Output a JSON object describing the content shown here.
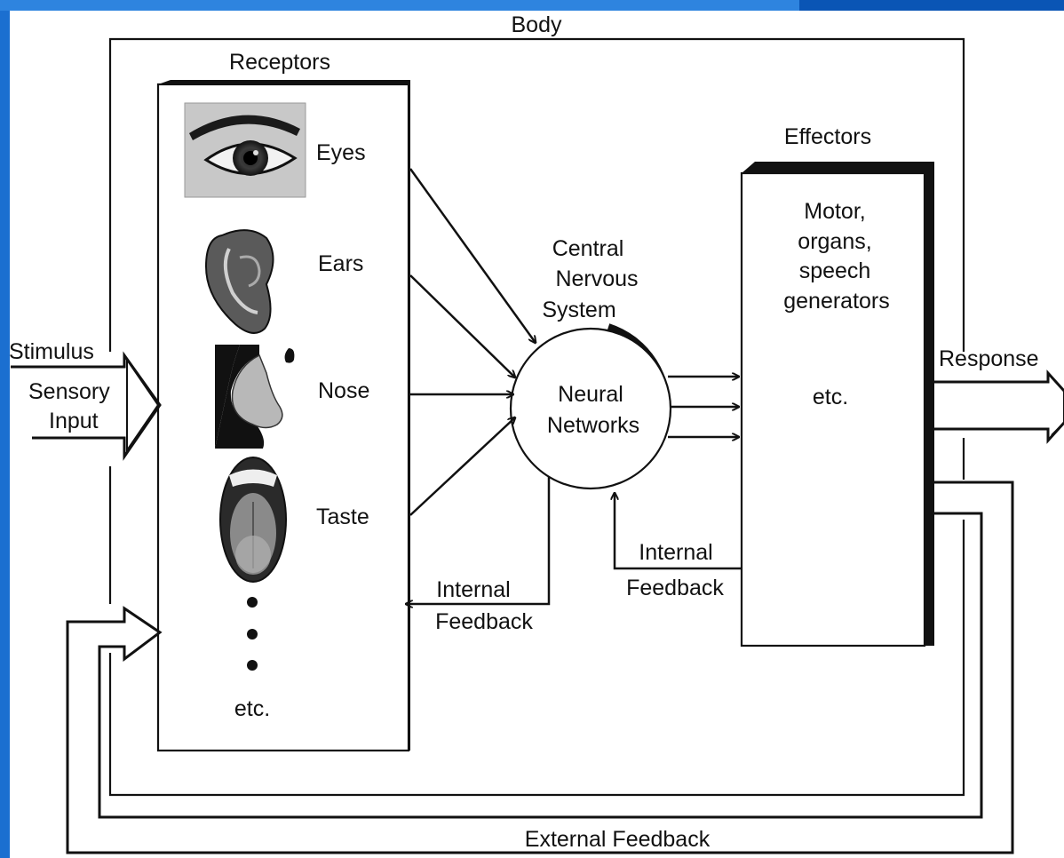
{
  "colors": {
    "slide_background": "#0a55b5",
    "slide_highlight": "#2e84df",
    "diagram_background": "#ffffff",
    "ink": "#111111"
  },
  "labels": {
    "body": "Body",
    "receptors": "Receptors",
    "effectors": "Effectors",
    "stimulus": "Stimulus",
    "sensory_input_line1": "Sensory",
    "sensory_input_line2": "Input",
    "response": "Response",
    "cns_line1": "Central",
    "cns_line2": "Nervous",
    "cns_line3": "System",
    "neural_line1": "Neural",
    "neural_line2": "Networks",
    "internal_feedback_left_line1": "Internal",
    "internal_feedback_left_line2": "Feedback",
    "internal_feedback_right_line1": "Internal",
    "internal_feedback_right_line2": "Feedback",
    "external_feedback": "External Feedback",
    "effectors_text_line1": "Motor,",
    "effectors_text_line2": "organs,",
    "effectors_text_line3": "speech",
    "effectors_text_line4": "generators",
    "effectors_etc": "etc.",
    "receptors_etc": "etc."
  },
  "receptors": [
    {
      "label": "Eyes",
      "icon": "eye-icon"
    },
    {
      "label": "Ears",
      "icon": "ear-icon"
    },
    {
      "label": "Nose",
      "icon": "nose-icon"
    },
    {
      "label": "Taste",
      "icon": "tongue-icon"
    }
  ]
}
